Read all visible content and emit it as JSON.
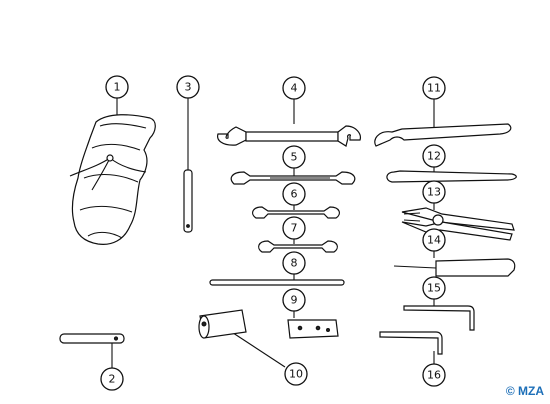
{
  "callouts": [
    "1",
    "2",
    "3",
    "4",
    "5",
    "6",
    "7",
    "8",
    "9",
    "10",
    "11",
    "12",
    "13",
    "14",
    "15",
    "16"
  ],
  "copyright": "© MZA"
}
